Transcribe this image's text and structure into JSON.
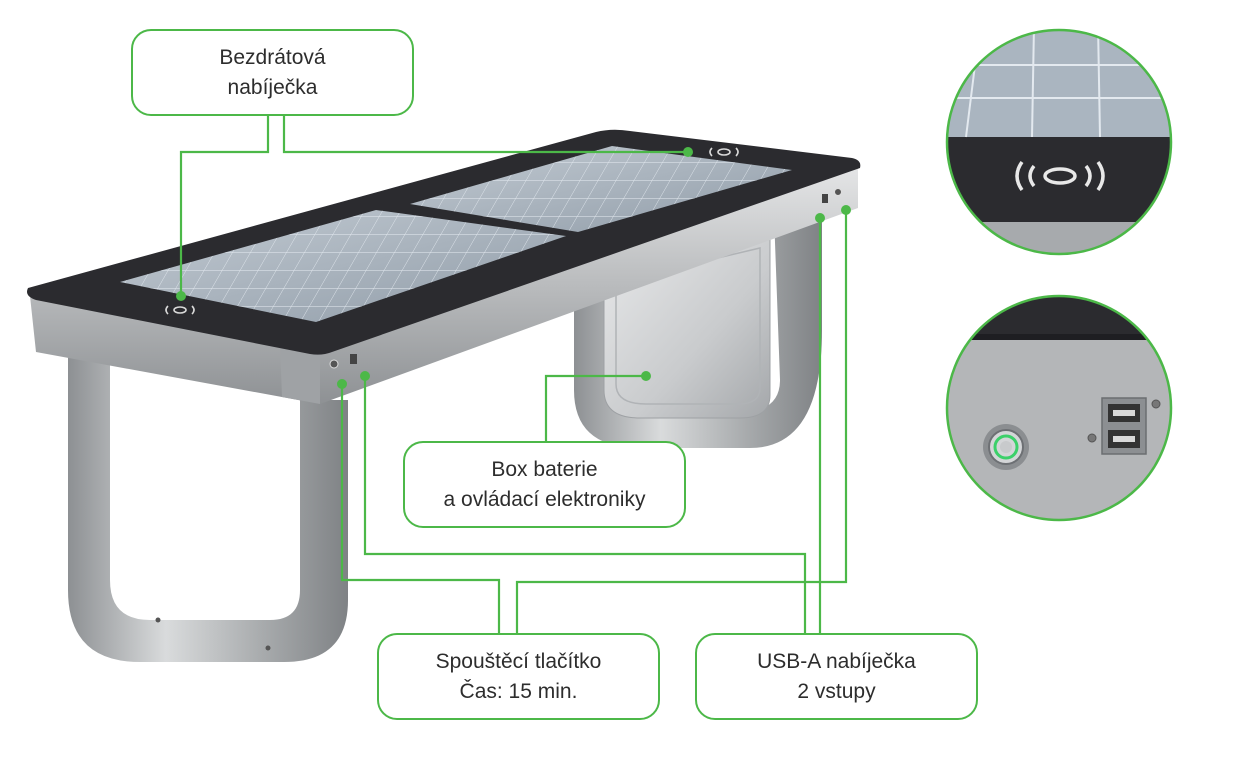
{
  "callouts": {
    "wireless_charger": {
      "line1": "Bezdrátová",
      "line2": "nabíječka"
    },
    "battery_box": {
      "line1": "Box baterie",
      "line2": "a ovládací elektroniky"
    },
    "start_button": {
      "line1": "Spouštěcí tlačítko",
      "line2": "Čas: 15 min."
    },
    "usb_charger": {
      "line1": "USB-A nabíječka",
      "line2": "2 vstupy"
    }
  },
  "colors": {
    "accent_green": "#4cb848",
    "bench_top": "#2b2b2f",
    "steel": "#b5b7b9",
    "solar_panel": "#a9b4bf"
  }
}
